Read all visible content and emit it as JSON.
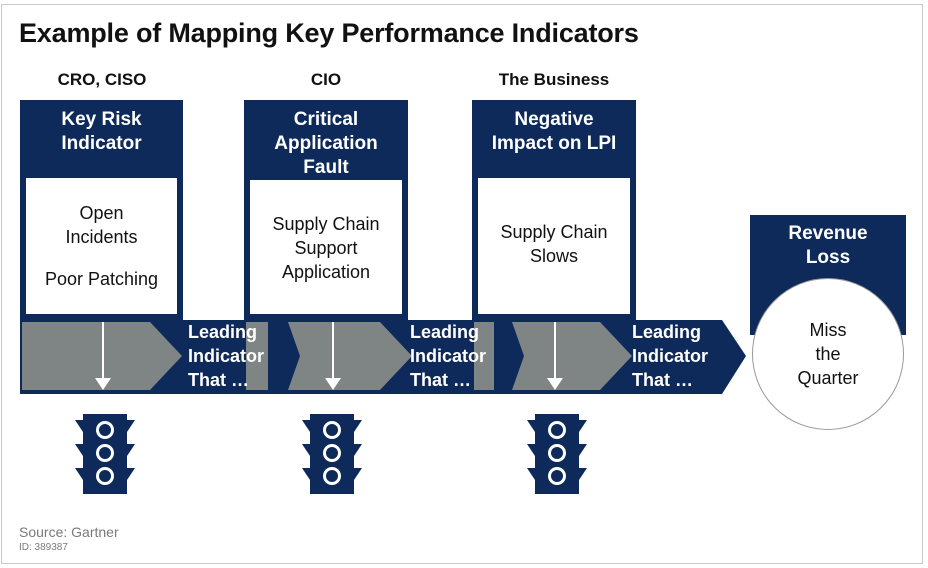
{
  "title": "Example of Mapping Key Performance Indicators",
  "roles": [
    "CRO, CISO",
    "CIO",
    "The Business"
  ],
  "boxes": [
    {
      "heading": [
        "Key Risk",
        "Indicator"
      ],
      "body": [
        "Open",
        "Incidents",
        "",
        "Poor Patching"
      ]
    },
    {
      "heading": [
        "Critical",
        "Application",
        "Fault"
      ],
      "body": [
        "Supply Chain",
        "Support",
        "Application"
      ]
    },
    {
      "heading": [
        "Negative",
        "Impact on LPI"
      ],
      "body": [
        "Supply Chain",
        "Slows"
      ]
    }
  ],
  "connectors": [
    [
      "Leading",
      "Indicator",
      "That …"
    ],
    [
      "Leading",
      "Indicator",
      "That …"
    ],
    [
      "Leading",
      "Indicator",
      "That …"
    ]
  ],
  "outcome": {
    "heading": [
      "Revenue",
      "Loss"
    ],
    "body": [
      "Miss",
      "the",
      "Quarter"
    ]
  },
  "source": "Source: Gartner",
  "id_label": "ID: 389387",
  "colors": {
    "navy": "#0d2a5a",
    "gray": "#7f8584",
    "white": "#ffffff"
  },
  "icons": [
    "traffic-light-icon",
    "traffic-light-icon",
    "traffic-light-icon",
    "down-arrow-icon"
  ]
}
